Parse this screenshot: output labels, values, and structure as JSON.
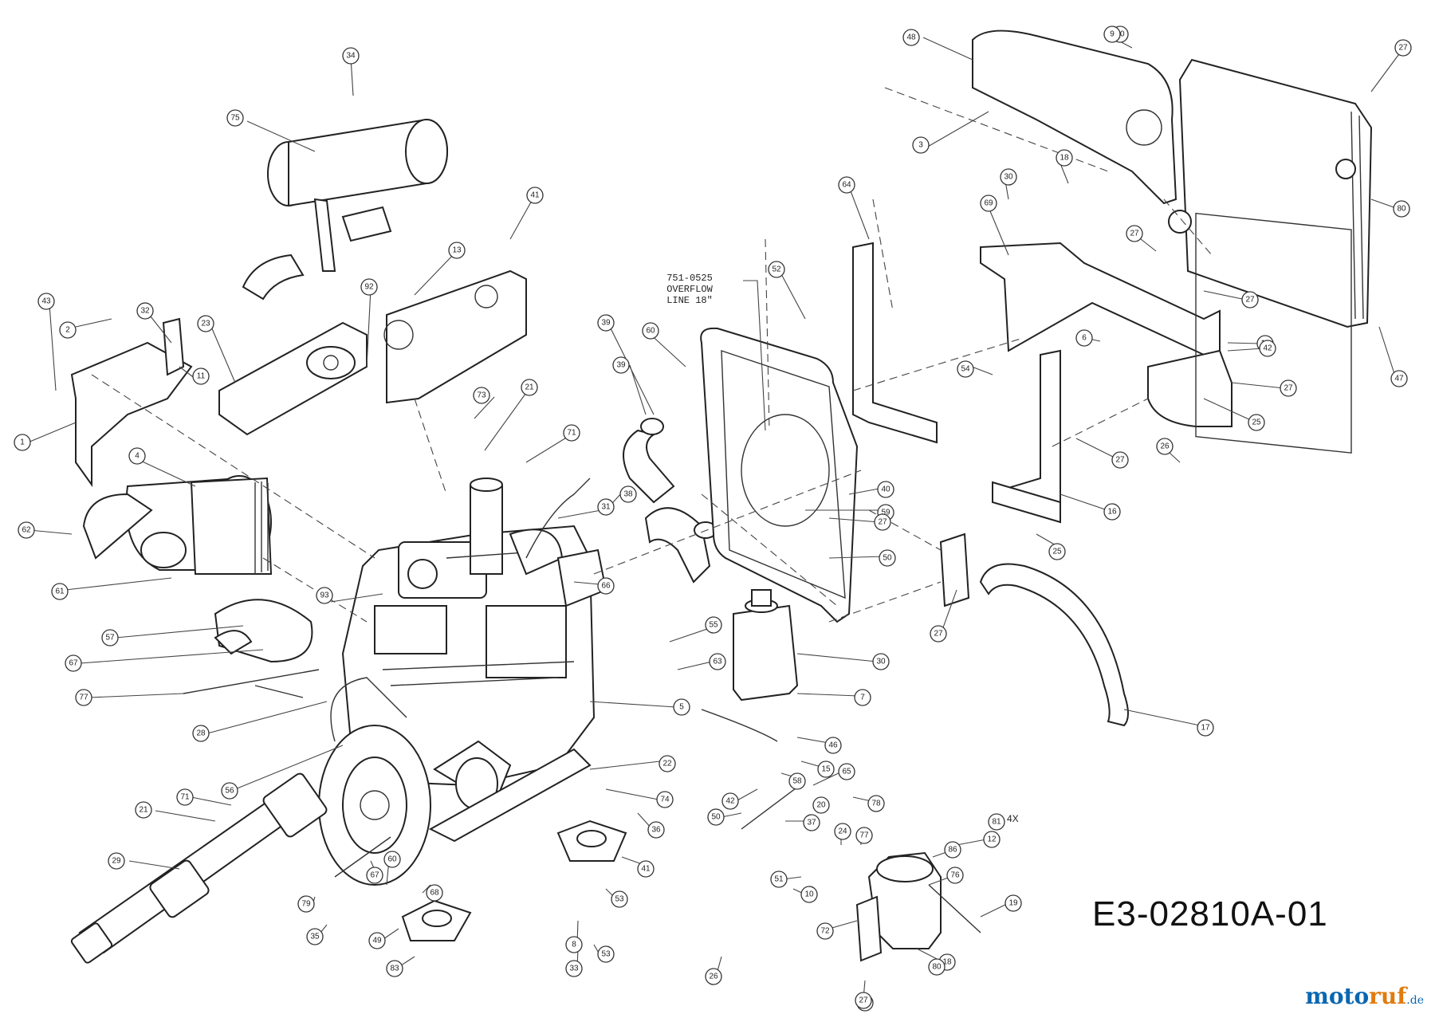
{
  "diagram": {
    "drawing_code": "E3-02810A-01",
    "watermark": {
      "brand_a": "moto",
      "brand_b": "ruf",
      "tld": ".de"
    },
    "note_lines": [
      "751-0525",
      "OVERFLOW",
      "LINE 18\""
    ],
    "qty_suffix": "4X",
    "callouts": [
      {
        "id": "c1",
        "label": "34"
      },
      {
        "id": "c2",
        "label": "75"
      },
      {
        "id": "c3",
        "label": "43"
      },
      {
        "id": "c4",
        "label": "2"
      },
      {
        "id": "c5",
        "label": "32"
      },
      {
        "id": "c6",
        "label": "11"
      },
      {
        "id": "c7",
        "label": "1"
      },
      {
        "id": "c8",
        "label": "23"
      },
      {
        "id": "c9",
        "label": "92"
      },
      {
        "id": "c10",
        "label": "13"
      },
      {
        "id": "c11",
        "label": "41"
      },
      {
        "id": "c12",
        "label": "4"
      },
      {
        "id": "c13",
        "label": "62"
      },
      {
        "id": "c14",
        "label": "61"
      },
      {
        "id": "c15",
        "label": "57"
      },
      {
        "id": "c16",
        "label": "67"
      },
      {
        "id": "c17",
        "label": "93"
      },
      {
        "id": "c18",
        "label": "77"
      },
      {
        "id": "c19",
        "label": "28"
      },
      {
        "id": "c20",
        "label": "56"
      },
      {
        "id": "c21",
        "label": "73"
      },
      {
        "id": "c22",
        "label": "21"
      },
      {
        "id": "c23",
        "label": "71"
      },
      {
        "id": "c24",
        "label": "31"
      },
      {
        "id": "c25",
        "label": "38"
      },
      {
        "id": "c26",
        "label": "66"
      },
      {
        "id": "c27",
        "label": "55"
      },
      {
        "id": "c28",
        "label": "63"
      },
      {
        "id": "c29",
        "label": "5"
      },
      {
        "id": "c30",
        "label": "22"
      },
      {
        "id": "c31",
        "label": "74"
      },
      {
        "id": "c32",
        "label": "36"
      },
      {
        "id": "c33",
        "label": "41"
      },
      {
        "id": "c34",
        "label": "53"
      },
      {
        "id": "c35",
        "label": "71"
      },
      {
        "id": "c36",
        "label": "21"
      },
      {
        "id": "c37",
        "label": "29"
      },
      {
        "id": "c38",
        "label": "60"
      },
      {
        "id": "c39",
        "label": "67"
      },
      {
        "id": "c40",
        "label": "68"
      },
      {
        "id": "c41",
        "label": "79"
      },
      {
        "id": "c42",
        "label": "35"
      },
      {
        "id": "c43",
        "label": "49"
      },
      {
        "id": "c44",
        "label": "83"
      },
      {
        "id": "c45",
        "label": "8"
      },
      {
        "id": "c46",
        "label": "33"
      },
      {
        "id": "c47",
        "label": "53"
      },
      {
        "id": "c48",
        "label": "26"
      },
      {
        "id": "c49",
        "label": "60"
      },
      {
        "id": "c50",
        "label": "39"
      },
      {
        "id": "c51",
        "label": "39"
      },
      {
        "id": "c52",
        "label": "52"
      },
      {
        "id": "c53",
        "label": "40"
      },
      {
        "id": "c54",
        "label": "59"
      },
      {
        "id": "c55",
        "label": "64"
      },
      {
        "id": "c56",
        "label": "48"
      },
      {
        "id": "c57",
        "label": "50"
      },
      {
        "id": "c58",
        "label": "9"
      },
      {
        "id": "c59",
        "label": "3"
      },
      {
        "id": "c60",
        "label": "18"
      },
      {
        "id": "c61",
        "label": "30"
      },
      {
        "id": "c62",
        "label": "69"
      },
      {
        "id": "c63",
        "label": "27"
      },
      {
        "id": "c64",
        "label": "80"
      },
      {
        "id": "c65",
        "label": "47"
      },
      {
        "id": "c66",
        "label": "27"
      },
      {
        "id": "c67",
        "label": "27"
      },
      {
        "id": "c68",
        "label": "17"
      },
      {
        "id": "c69",
        "label": "54"
      },
      {
        "id": "c70",
        "label": "6"
      },
      {
        "id": "c71",
        "label": "42"
      },
      {
        "id": "c72",
        "label": "27"
      },
      {
        "id": "c73",
        "label": "25"
      },
      {
        "id": "c74",
        "label": "26"
      },
      {
        "id": "c75",
        "label": "27"
      },
      {
        "id": "c76",
        "label": "16"
      },
      {
        "id": "c77",
        "label": "25"
      },
      {
        "id": "c78",
        "label": "27"
      },
      {
        "id": "c79",
        "label": "17"
      },
      {
        "id": "c80",
        "label": "50"
      },
      {
        "id": "c81",
        "label": "27"
      },
      {
        "id": "c82",
        "label": "30"
      },
      {
        "id": "c83",
        "label": "7"
      },
      {
        "id": "c84",
        "label": "46"
      },
      {
        "id": "c85",
        "label": "58"
      },
      {
        "id": "c86",
        "label": "15"
      },
      {
        "id": "c87",
        "label": "65"
      },
      {
        "id": "c88",
        "label": "42"
      },
      {
        "id": "c89",
        "label": "50"
      },
      {
        "id": "c90",
        "label": "37"
      },
      {
        "id": "c91",
        "label": "24"
      },
      {
        "id": "c92",
        "label": "77"
      },
      {
        "id": "c93",
        "label": "78"
      },
      {
        "id": "c94",
        "label": "12"
      },
      {
        "id": "c95",
        "label": "86"
      },
      {
        "id": "c96",
        "label": "76"
      },
      {
        "id": "c97",
        "label": "19"
      },
      {
        "id": "c98",
        "label": "51"
      },
      {
        "id": "c99",
        "label": "10"
      },
      {
        "id": "c100",
        "label": "72"
      },
      {
        "id": "c101",
        "label": "18"
      },
      {
        "id": "c102",
        "label": "79"
      },
      {
        "id": "c103",
        "label": "20"
      },
      {
        "id": "c104",
        "label": "81"
      },
      {
        "id": "c105",
        "label": "80"
      },
      {
        "id": "c106",
        "label": "27"
      }
    ]
  }
}
